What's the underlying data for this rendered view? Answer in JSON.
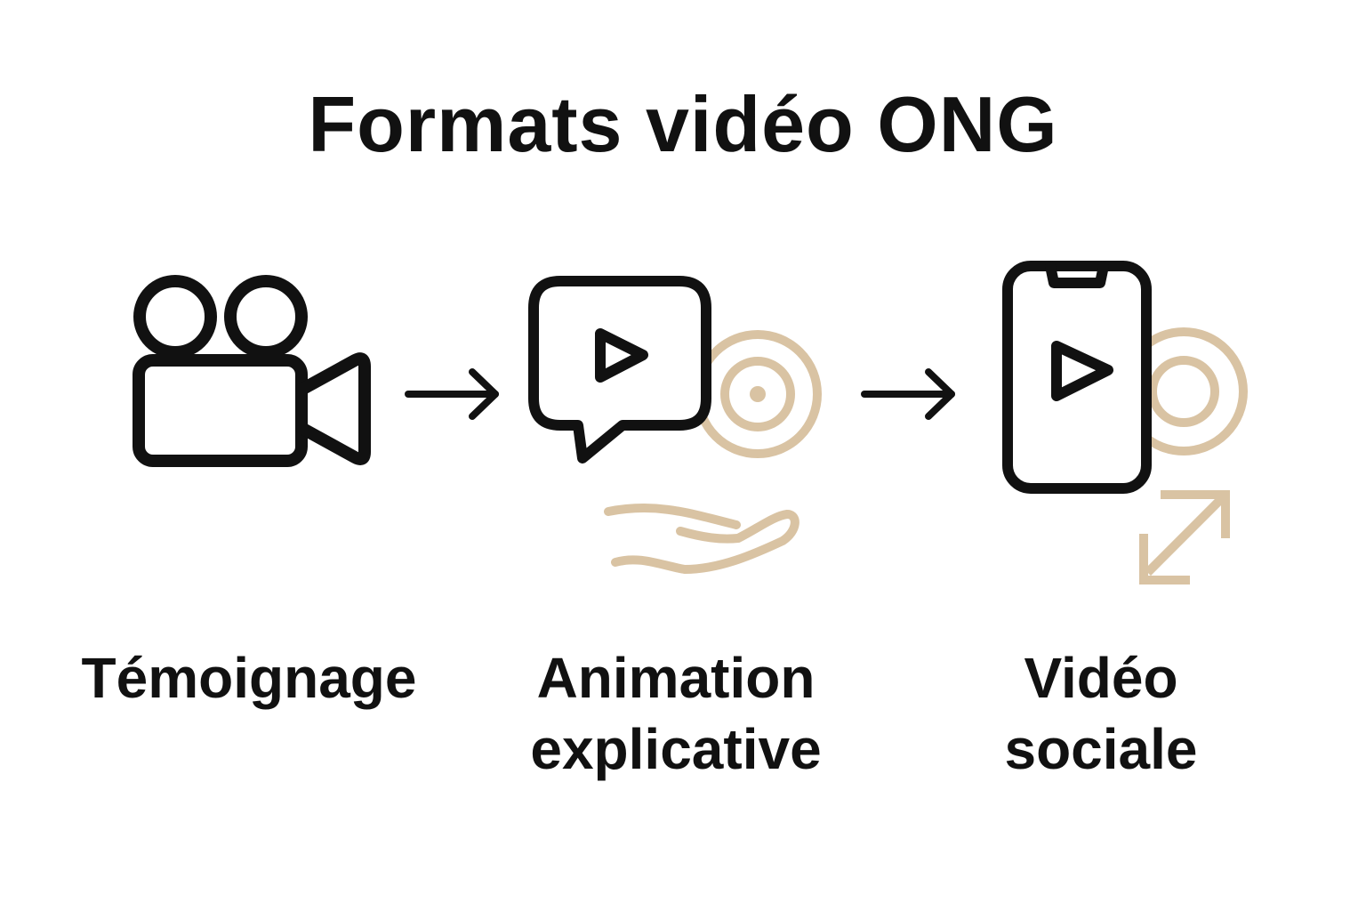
{
  "title": "Formats vidéo ONG",
  "colors": {
    "ink": "#111111",
    "accent": "#d9c3a3",
    "background": "#ffffff"
  },
  "steps": [
    {
      "icon": "video-camera-icon",
      "label_lines": [
        "Témoignage"
      ]
    },
    {
      "icon": "play-speech-bubble-icon",
      "decorations": [
        "target-icon",
        "open-hand-icon"
      ],
      "label_lines": [
        "Animation",
        "explicative"
      ]
    },
    {
      "icon": "smartphone-play-icon",
      "decorations": [
        "target-icon",
        "expand-arrows-icon"
      ],
      "label_lines": [
        "Vidéo",
        "sociale"
      ]
    }
  ],
  "connectors": [
    "arrow-right-icon",
    "arrow-right-icon"
  ]
}
